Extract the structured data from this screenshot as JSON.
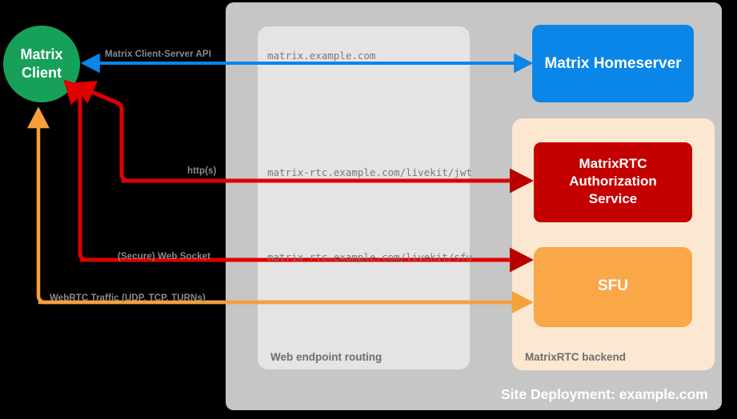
{
  "diagram": {
    "site_title": "Site Deployment: example.com",
    "nodes": {
      "client": {
        "label": "Matrix\nClient",
        "color": "#17a05a"
      },
      "homeserver": {
        "label": "Matrix Homeserver",
        "color": "#0a86e8"
      },
      "auth_service": {
        "label": "MatrixRTC\nAuthorization\nService",
        "color": "#c40000"
      },
      "sfu": {
        "label": "SFU",
        "color": "#f9a747"
      }
    },
    "containers": {
      "site": {
        "label": "",
        "color": "#c6c6c6"
      },
      "web_routing": {
        "label": "Web endpoint routing",
        "color": "#e4e4e4"
      },
      "rtc_backend": {
        "label": "MatrixRTC backend",
        "color": "#fce7d1"
      }
    },
    "flows": [
      {
        "id": "cs-api",
        "protocol_label": "Matrix Client-Server API",
        "endpoint_label": "matrix.example.com",
        "color": "#0a86e8"
      },
      {
        "id": "jwt",
        "protocol_label": "http(s)",
        "endpoint_label": "matrix-rtc.example.com/livekit/jwt",
        "color": "#e00000"
      },
      {
        "id": "sfu-ws",
        "protocol_label": "(Secure) Web Socket",
        "endpoint_label": "matrix-rtc.example.com/livekit/sfu",
        "color": "#e00000"
      },
      {
        "id": "webrtc",
        "protocol_label": "WebRTC Traffic (UDP, TCP, TURNs)",
        "endpoint_label": "",
        "color": "#f5a03c"
      }
    ]
  }
}
